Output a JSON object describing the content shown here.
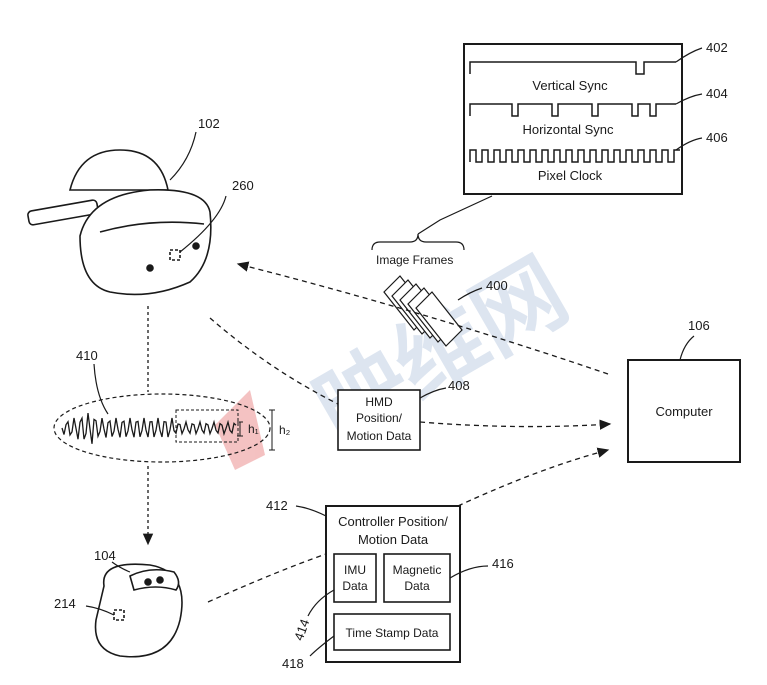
{
  "watermark": {
    "logo_text": "映维网",
    "color": "#9fb6d6",
    "accent": "#e05050"
  },
  "timing": {
    "vertical_sync": "Vertical Sync",
    "horizontal_sync": "Horizontal Sync",
    "pixel_clock": "Pixel Clock",
    "ref_vsync": "402",
    "ref_hsync": "404",
    "ref_pclk": "406"
  },
  "image_frames": {
    "label": "Image Frames",
    "ref": "400"
  },
  "hmd": {
    "ref": "102",
    "sensor_ref": "260"
  },
  "hmd_data": {
    "line1": "HMD",
    "line2": "Position/",
    "line3": "Motion Data",
    "ref": "408"
  },
  "computer": {
    "label": "Computer",
    "ref": "106"
  },
  "signal": {
    "ref": "410",
    "h1": "h₁",
    "h2": "h₂"
  },
  "controller": {
    "ref": "104",
    "sensor_ref": "214"
  },
  "controller_data": {
    "title_line1": "Controller Position/",
    "title_line2": "Motion Data",
    "ref": "412",
    "imu_line1": "IMU",
    "imu_line2": "Data",
    "imu_ref": "414",
    "mag_line1": "Magnetic",
    "mag_line2": "Data",
    "mag_ref": "416",
    "timestamp": "Time Stamp Data",
    "timestamp_ref": "418"
  }
}
